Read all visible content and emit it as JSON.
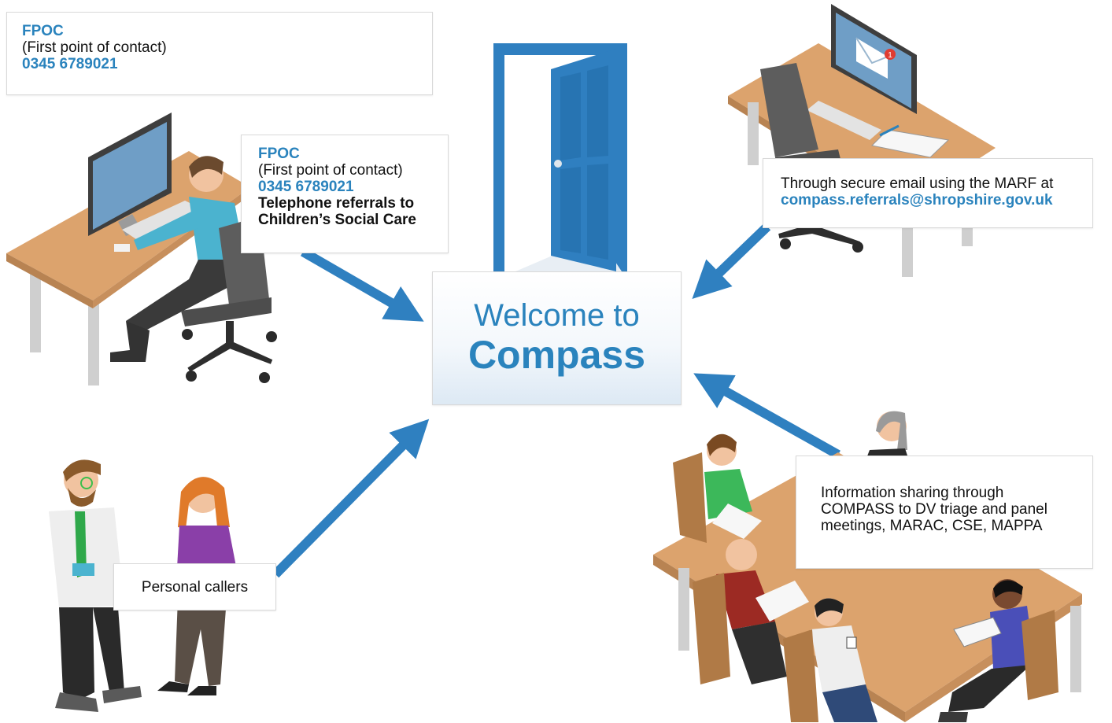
{
  "fpoc_top": {
    "title": "FPOC",
    "subtitle": "(First point of contact)",
    "phone": "0345 6789021"
  },
  "fpoc_telephone": {
    "title": "FPOC",
    "subtitle": "(First point of contact)",
    "phone": "0345 6789021",
    "desc_line1": "Telephone referrals to",
    "desc_line2": "Children’s Social Care"
  },
  "email": {
    "line1": "Through secure email using the MARF at",
    "address": "compass.referrals@shropshire.gov.uk"
  },
  "info_sharing": {
    "line1": "Information sharing through",
    "line2": "COMPASS to  DV triage and panel",
    "line3": "meetings, MARAC, CSE, MAPPA"
  },
  "personal_callers": {
    "label": "Personal callers"
  },
  "welcome": {
    "line1": "Welcome to",
    "line2": "Compass"
  },
  "colors": {
    "accent_blue": "#2a83bd",
    "arrow_blue": "#2f80c0",
    "desk_wood": "#dca36d",
    "door_blue": "#2f7fc0"
  },
  "notification_badge": "1"
}
